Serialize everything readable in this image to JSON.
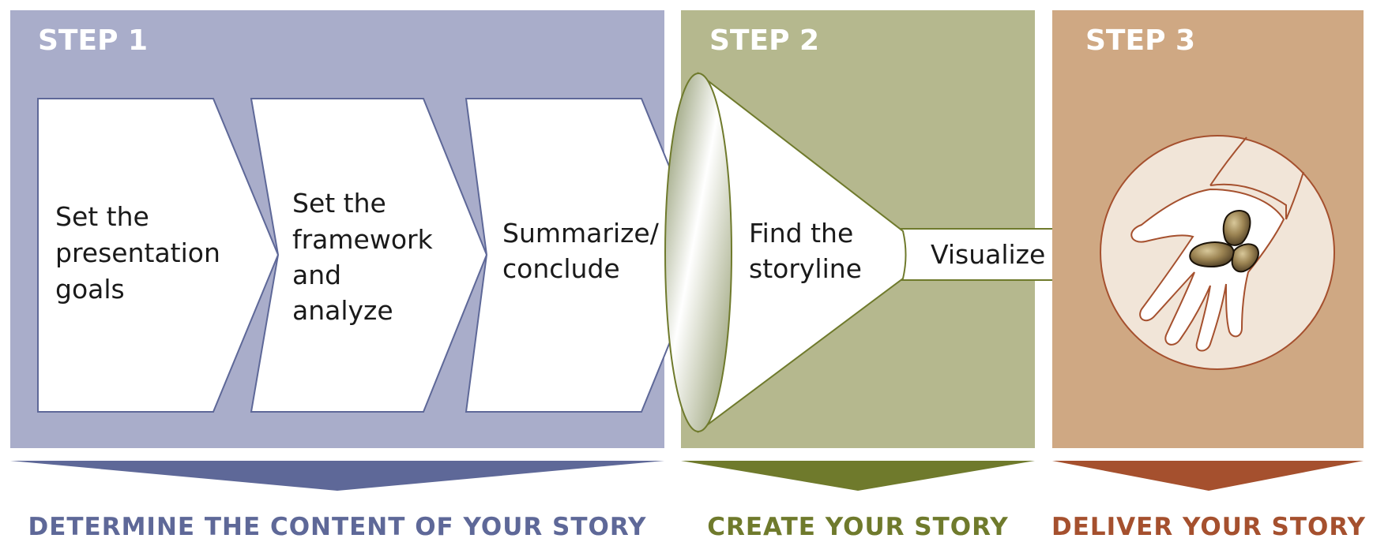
{
  "colors": {
    "step1_bg": "#a9adca",
    "step1_dark": "#5e6898",
    "step2_bg": "#b5b88e",
    "step2_dark": "#6f7a2c",
    "step3_bg": "#cfa883",
    "step3_dark": "#a5502e",
    "hand_circle_fill": "#f1e5d8"
  },
  "step1": {
    "title": "STEP 1",
    "boxes": [
      {
        "lines": [
          "Set the",
          "presentation",
          "goals"
        ]
      },
      {
        "lines": [
          "Set the",
          "framework",
          "and",
          "analyze"
        ]
      },
      {
        "lines": [
          "Summarize/",
          "conclude"
        ]
      }
    ],
    "caption": "DETERMINE THE CONTENT OF YOUR STORY"
  },
  "step2": {
    "title": "STEP 2",
    "funnel_lines": [
      "Find the",
      "storyline"
    ],
    "tube_label": "Visualize",
    "caption": "CREATE YOUR STORY"
  },
  "step3": {
    "title": "STEP 3",
    "icon": "hand-holding-nuggets-icon",
    "caption": "DELIVER YOUR STORY"
  }
}
